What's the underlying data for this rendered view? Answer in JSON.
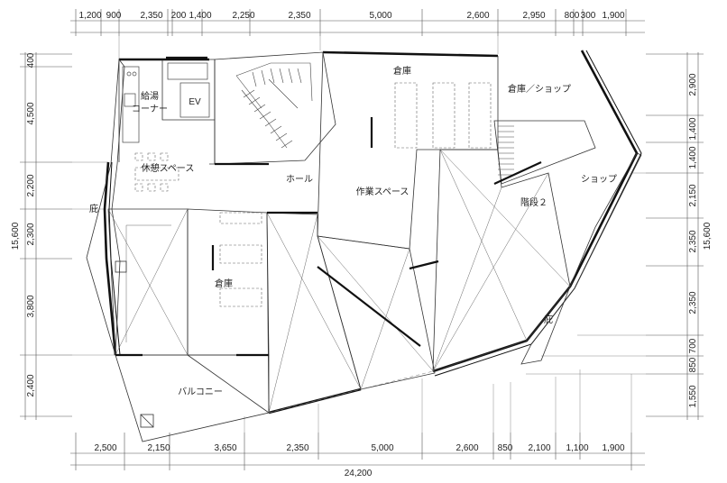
{
  "top_dimensions": [
    "1,200",
    "900",
    "2,350",
    "200",
    "1,400",
    "2,250",
    "2,350",
    "5,000",
    "2,600",
    "2,950",
    "800",
    "300",
    "1,900"
  ],
  "bottom_dimensions": [
    "2,500",
    "2,150",
    "3,650",
    "2,350",
    "5,000",
    "2,600",
    "850",
    "2,100",
    "1,100",
    "1,900"
  ],
  "bottom_total": "24,200",
  "left_dimensions": [
    "400",
    "4,500",
    "2,200",
    "2,300",
    "3,800",
    "2,400"
  ],
  "left_total": "15,600",
  "right_dimensions": [
    "2,900",
    "1,400",
    "1,400",
    "2,150",
    "2,350",
    "2,350",
    "700",
    "850",
    "1,550"
  ],
  "right_total": "15,600",
  "rooms": {
    "kyuto": "給湯",
    "corner": "コーナー",
    "ev": "EV",
    "souko_top": "倉庫",
    "souko_shop": "倉庫／ショップ",
    "kyukei": "休憩スペース",
    "hall": "ホール",
    "sagyo": "作業スペース",
    "kaidan2": "階段２",
    "shop": "ショップ",
    "hisashi_left": "庇",
    "souko_left": "倉庫",
    "hisashi_right": "庇",
    "balcony": "バルコニー"
  }
}
